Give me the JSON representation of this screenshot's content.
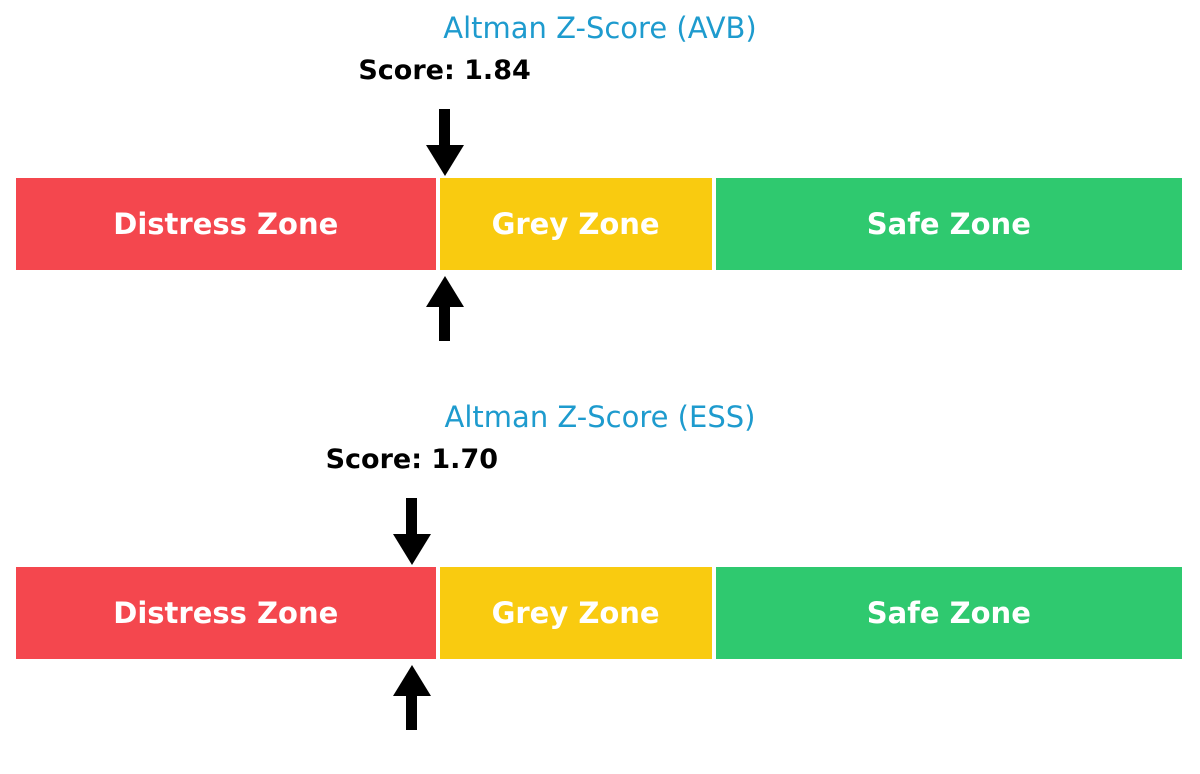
{
  "figure": {
    "background_color": "#ffffff",
    "title_color": "#1E9BCE",
    "score_text_color": "#000000",
    "arrow_color": "#000000",
    "zone_label_color": "#ffffff"
  },
  "chart_data": [
    {
      "type": "bar",
      "title": "Altman Z-Score (AVB)",
      "score": 1.84,
      "score_label": "Score: 1.84",
      "axis_range": [
        0,
        5
      ],
      "grid": false,
      "zones": [
        {
          "label": "Distress Zone",
          "range": [
            0,
            1.81
          ],
          "color": "#F4474E"
        },
        {
          "label": "Grey Zone",
          "range": [
            1.81,
            2.99
          ],
          "color": "#F9CB10"
        },
        {
          "label": "Safe Zone",
          "range": [
            2.99,
            5
          ],
          "color": "#2FC96F"
        }
      ],
      "annotations": [
        {
          "type": "arrow-down",
          "at_score": 1.84
        },
        {
          "type": "arrow-up",
          "at_score": 1.84
        }
      ]
    },
    {
      "type": "bar",
      "title": "Altman Z-Score (ESS)",
      "score": 1.7,
      "score_label": "Score: 1.70",
      "axis_range": [
        0,
        5
      ],
      "grid": false,
      "zones": [
        {
          "label": "Distress Zone",
          "range": [
            0,
            1.81
          ],
          "color": "#F4474E"
        },
        {
          "label": "Grey Zone",
          "range": [
            1.81,
            2.99
          ],
          "color": "#F9CB10"
        },
        {
          "label": "Safe Zone",
          "range": [
            2.99,
            5
          ],
          "color": "#2FC96F"
        }
      ],
      "annotations": [
        {
          "type": "arrow-down",
          "at_score": 1.7
        },
        {
          "type": "arrow-up",
          "at_score": 1.7
        }
      ]
    }
  ]
}
